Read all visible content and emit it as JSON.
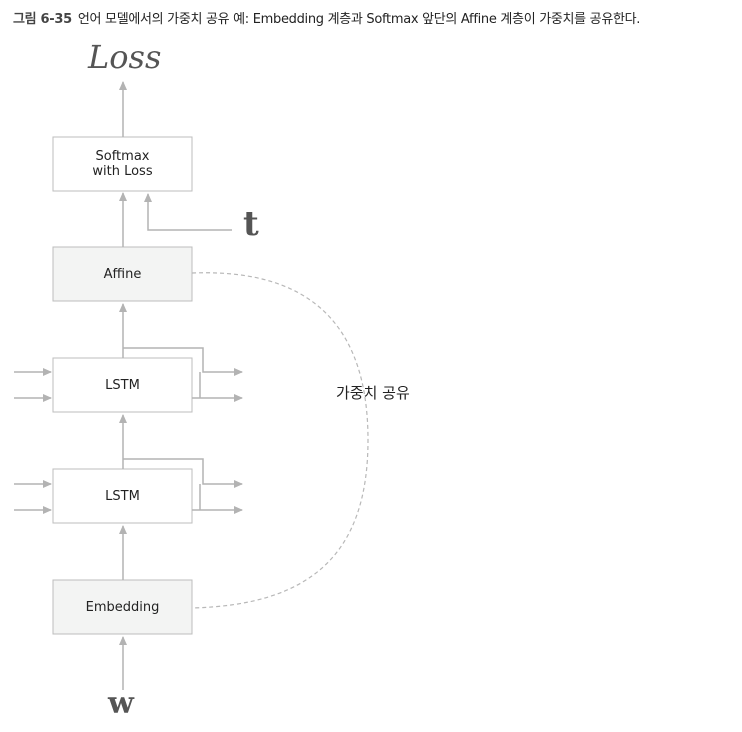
{
  "caption": {
    "figure_number": "그림 6-35",
    "text": "언어 모델에서의 가중치 공유 예: Embedding 계층과 Softmax 앞단의 Affine 계층이 가중치를 공유한다."
  },
  "diagram": {
    "loss_label": "Loss",
    "softmax_label_line1": "Softmax",
    "softmax_label_line2": "with Loss",
    "target_label": "t",
    "affine_label": "Affine",
    "lstm_upper_label": "LSTM",
    "lstm_lower_label": "LSTM",
    "embedding_label": "Embedding",
    "input_label": "w",
    "weight_sharing_label": "가중치 공유"
  },
  "colors": {
    "box_border": "#bdbdbd",
    "shaded_box_fill": "#f3f4f3",
    "arrow": "#b3b3b3",
    "dashed_curve": "#b8b8b8"
  }
}
